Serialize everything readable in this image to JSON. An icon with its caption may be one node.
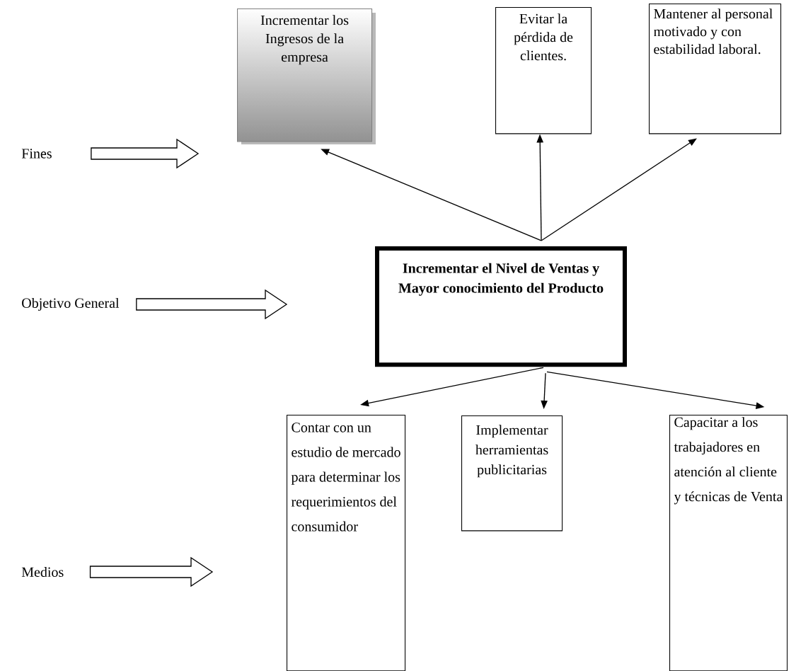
{
  "diagram": {
    "nodes": [
      {
        "text": [
          "Fines"
        ]
      },
      {
        "text": [
          "Incrementar los Ingresos de la empresa"
        ]
      },
      {
        "text": [
          "Evitar la pérdida de clientes."
        ]
      },
      {
        "text": [
          "Mantener al personal motivado y con estabilidad laboral."
        ]
      },
      {
        "text": [
          "Objetivo General"
        ]
      },
      {
        "text": [
          "Incrementar el Nivel de Ventas y Mayor conocimiento del Producto"
        ]
      },
      {
        "text": [
          "Medios"
        ]
      },
      {
        "text": [
          "Contar con un estudio de mercado para determinar los requerimientos del consumidor"
        ]
      },
      {
        "text": [
          "Implementar herramientas publicitarias"
        ]
      },
      {
        "text": [
          "Capacitar a los trabajadores en atención al cliente y técnicas de Venta"
        ]
      }
    ],
    "edges": [
      {
        "from": 0,
        "to": 1,
        "arrow": "to"
      },
      {
        "from": 4,
        "to": 5,
        "arrow": "to"
      },
      {
        "from": 6,
        "to": 7,
        "arrow": "to"
      },
      {
        "from": 5,
        "to": 1,
        "arrow": "to"
      },
      {
        "from": 5,
        "to": 2,
        "arrow": "to"
      },
      {
        "from": 5,
        "to": 3,
        "arrow": "to"
      },
      {
        "from": 5,
        "to": 7,
        "arrow": "to"
      },
      {
        "from": 5,
        "to": 8,
        "arrow": "to"
      },
      {
        "from": 5,
        "to": 9,
        "arrow": "to"
      }
    ]
  }
}
